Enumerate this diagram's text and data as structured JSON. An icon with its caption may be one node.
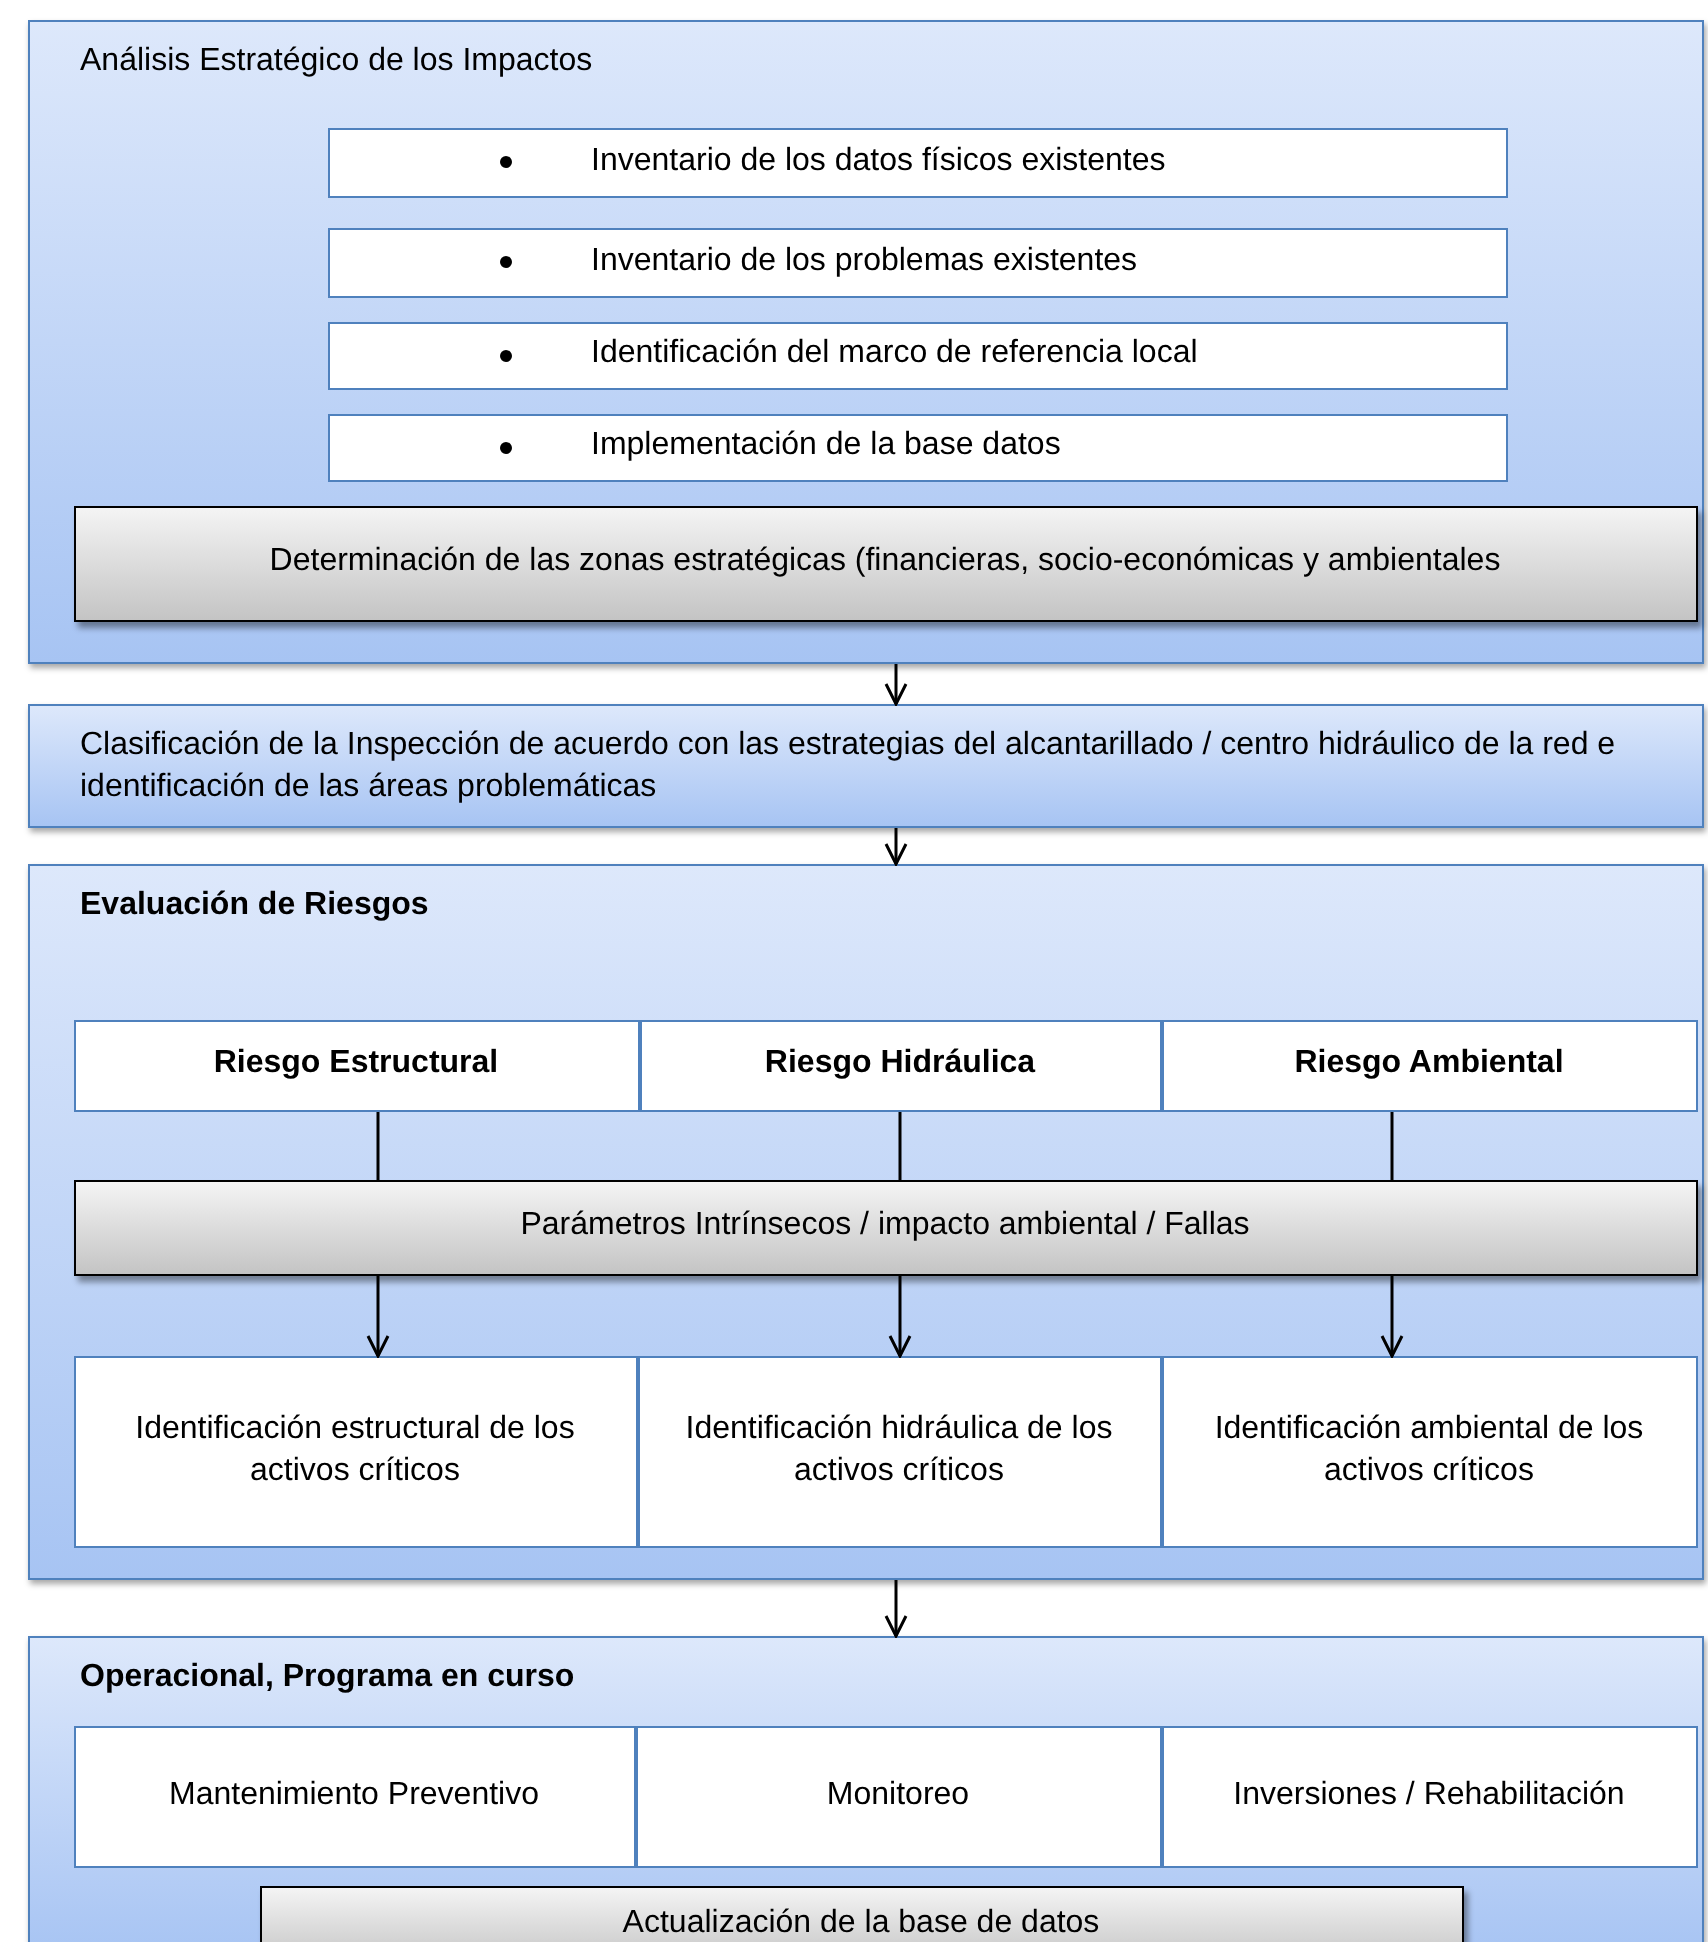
{
  "diagram": {
    "nodes": [
      {
        "text": [
          "Análisis Estratégico de los Impactos"
        ]
      },
      {
        "text": [
          "Inventario de los datos físicos existentes"
        ],
        "in": 0
      },
      {
        "text": [
          "Inventario de los  problemas existentes"
        ],
        "in": 0
      },
      {
        "text": [
          "Identificación del marco de referencia local"
        ],
        "in": 0
      },
      {
        "text": [
          "Implementación de la base datos"
        ],
        "in": 0
      },
      {
        "text": [
          "Determinación de las zonas estratégicas (financieras, socio-económicas y ambientales"
        ],
        "in": 0
      },
      {
        "text": [
          "Clasificación de la Inspección de acuerdo con las estrategias del alcantarillado / centro hidráulico de la red e identificación  de las áreas problemáticas"
        ]
      },
      {
        "text": [
          "Evaluación de  Riesgos"
        ]
      },
      {
        "text": [
          "Riesgo Estructural"
        ],
        "in": 7
      },
      {
        "text": [
          "Riesgo Hidráulica"
        ],
        "in": 7
      },
      {
        "text": [
          "Riesgo Ambiental"
        ],
        "in": 7
      },
      {
        "text": [
          "Parámetros Intrínsecos / impacto ambiental / Fallas"
        ],
        "in": 7
      },
      {
        "text": [
          "Identificación estructural de los activos críticos"
        ],
        "in": 7
      },
      {
        "text": [
          "Identificación hidráulica de los activos críticos"
        ],
        "in": 7
      },
      {
        "text": [
          "Identificación ambiental de los activos críticos"
        ],
        "in": 7
      },
      {
        "text": [
          "Operacional,  Programa en curso"
        ]
      },
      {
        "text": [
          "Mantenimiento Preventivo"
        ],
        "in": 15
      },
      {
        "text": [
          "Monitoreo"
        ],
        "in": 15
      },
      {
        "text": [
          "Inversiones / Rehabilitación"
        ],
        "in": 15
      },
      {
        "text": [
          "Actualización de la base de datos"
        ],
        "in": 15
      }
    ],
    "edges": [
      {
        "from": 0,
        "to": 6,
        "arrow": "to"
      },
      {
        "from": 6,
        "to": 7,
        "arrow": "to"
      },
      {
        "from": 7,
        "to": 15,
        "arrow": "to"
      },
      {
        "from": 8,
        "to": 11,
        "arrow": "none"
      },
      {
        "from": 9,
        "to": 11,
        "arrow": "none"
      },
      {
        "from": 10,
        "to": 11,
        "arrow": "none"
      },
      {
        "from": 11,
        "to": 12,
        "arrow": "to"
      },
      {
        "from": 11,
        "to": 13,
        "arrow": "to"
      },
      {
        "from": 11,
        "to": 14,
        "arrow": "to"
      }
    ]
  }
}
